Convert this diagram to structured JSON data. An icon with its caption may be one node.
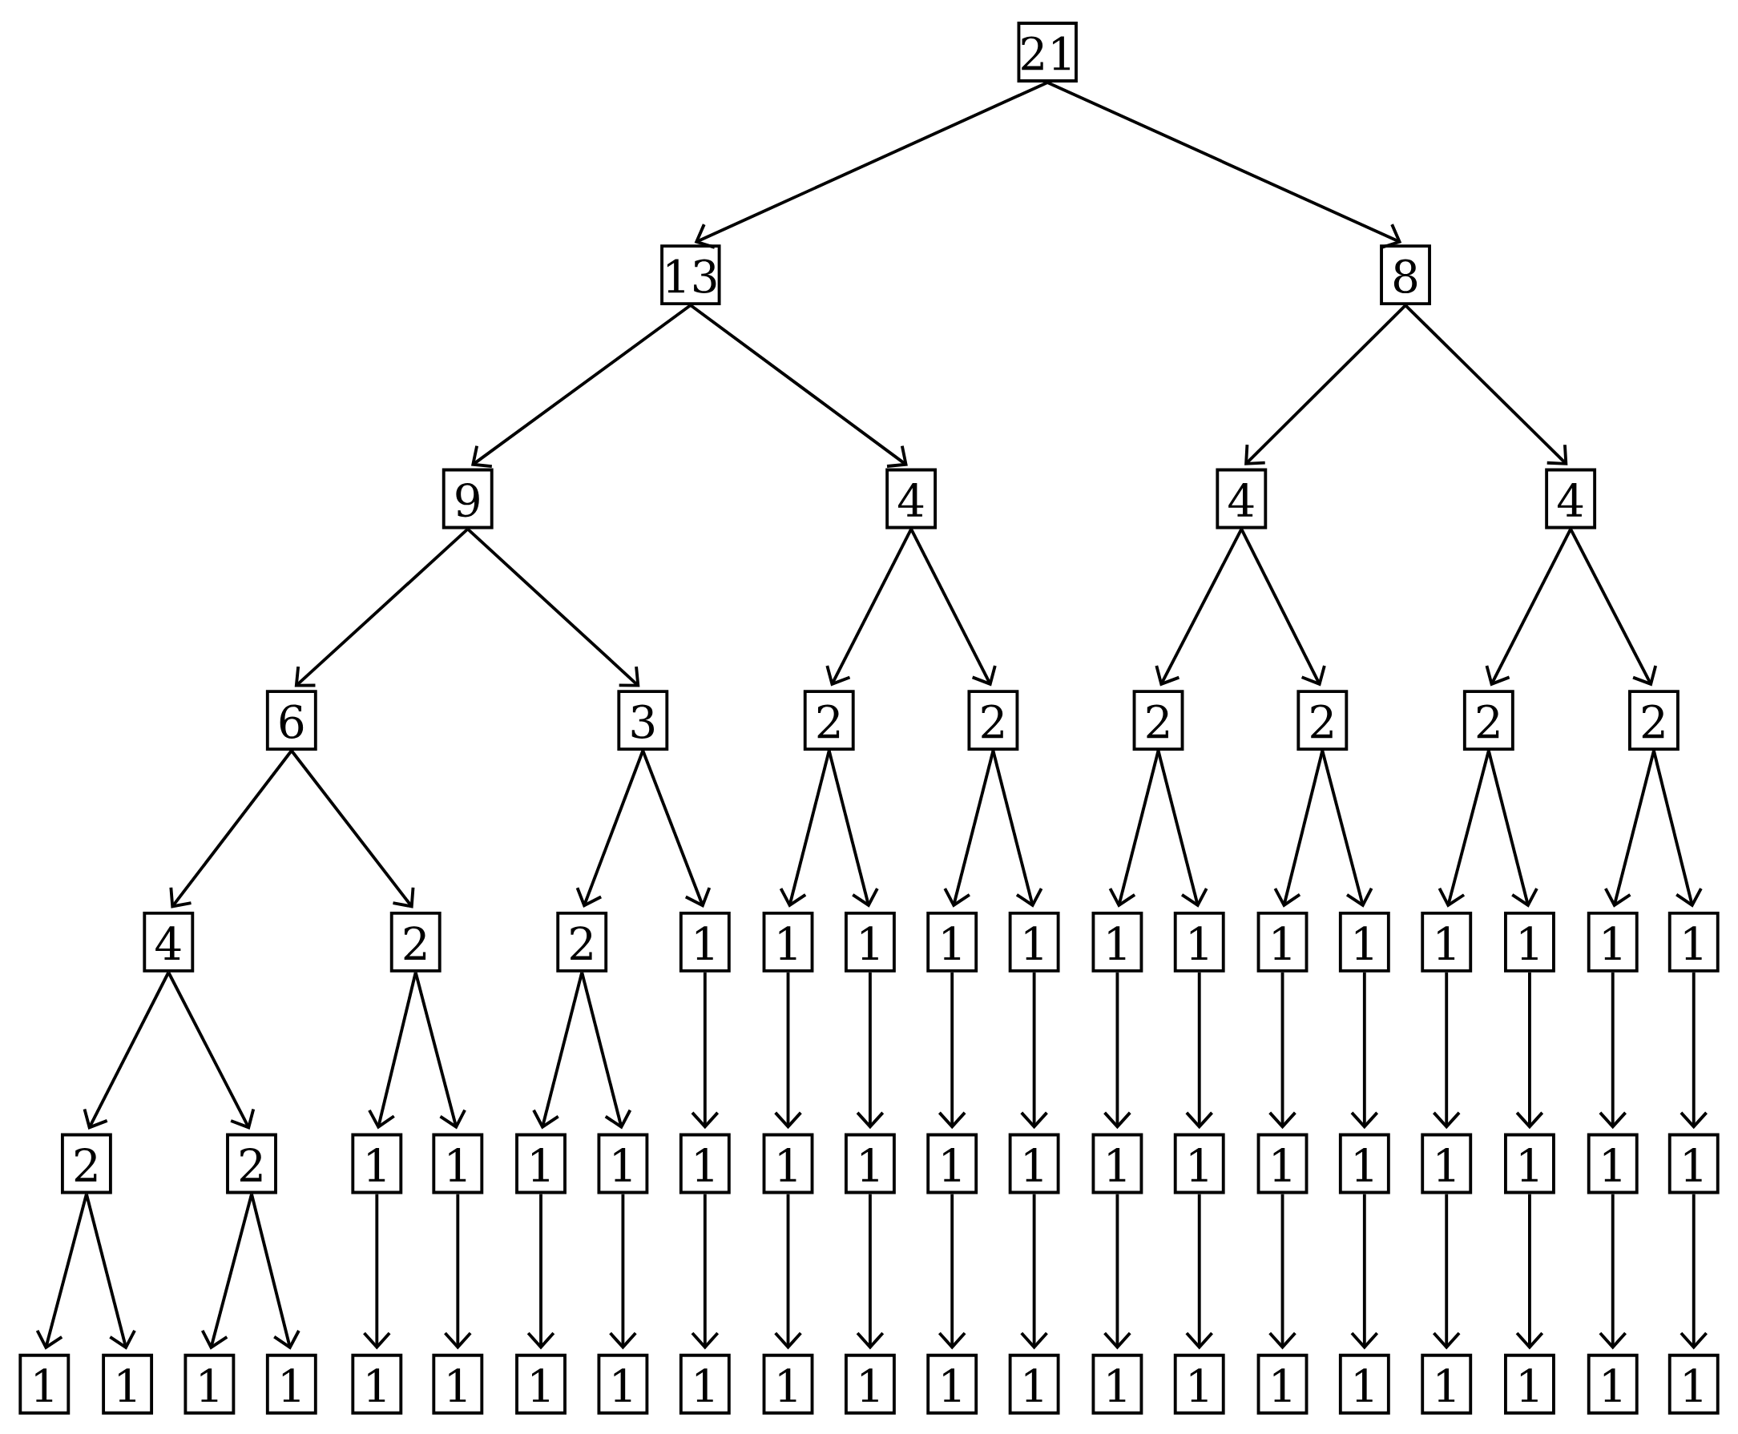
{
  "diagram": {
    "nodes": [
      {
        "text": [
          "21"
        ]
      },
      {
        "text": [
          "13"
        ]
      },
      {
        "text": [
          "8"
        ]
      },
      {
        "text": [
          "9"
        ]
      },
      {
        "text": [
          "4"
        ]
      },
      {
        "text": [
          "4"
        ]
      },
      {
        "text": [
          "4"
        ]
      },
      {
        "text": [
          "6"
        ]
      },
      {
        "text": [
          "3"
        ]
      },
      {
        "text": [
          "2"
        ]
      },
      {
        "text": [
          "2"
        ]
      },
      {
        "text": [
          "2"
        ]
      },
      {
        "text": [
          "2"
        ]
      },
      {
        "text": [
          "2"
        ]
      },
      {
        "text": [
          "2"
        ]
      },
      {
        "text": [
          "4"
        ]
      },
      {
        "text": [
          "2"
        ]
      },
      {
        "text": [
          "2"
        ]
      },
      {
        "text": [
          "1"
        ]
      },
      {
        "text": [
          "1"
        ]
      },
      {
        "text": [
          "1"
        ]
      },
      {
        "text": [
          "1"
        ]
      },
      {
        "text": [
          "1"
        ]
      },
      {
        "text": [
          "1"
        ]
      },
      {
        "text": [
          "1"
        ]
      },
      {
        "text": [
          "1"
        ]
      },
      {
        "text": [
          "1"
        ]
      },
      {
        "text": [
          "1"
        ]
      },
      {
        "text": [
          "1"
        ]
      },
      {
        "text": [
          "1"
        ]
      },
      {
        "text": [
          "1"
        ]
      },
      {
        "text": [
          "2"
        ]
      },
      {
        "text": [
          "2"
        ]
      },
      {
        "text": [
          "1"
        ]
      },
      {
        "text": [
          "1"
        ]
      },
      {
        "text": [
          "1"
        ]
      },
      {
        "text": [
          "1"
        ]
      },
      {
        "text": [
          "1"
        ]
      },
      {
        "text": [
          "1"
        ]
      },
      {
        "text": [
          "1"
        ]
      },
      {
        "text": [
          "1"
        ]
      },
      {
        "text": [
          "1"
        ]
      },
      {
        "text": [
          "1"
        ]
      },
      {
        "text": [
          "1"
        ]
      },
      {
        "text": [
          "1"
        ]
      },
      {
        "text": [
          "1"
        ]
      },
      {
        "text": [
          "1"
        ]
      },
      {
        "text": [
          "1"
        ]
      },
      {
        "text": [
          "1"
        ]
      },
      {
        "text": [
          "1"
        ]
      },
      {
        "text": [
          "1"
        ]
      },
      {
        "text": [
          "1"
        ]
      },
      {
        "text": [
          "1"
        ]
      },
      {
        "text": [
          "1"
        ]
      },
      {
        "text": [
          "1"
        ]
      },
      {
        "text": [
          "1"
        ]
      },
      {
        "text": [
          "1"
        ]
      },
      {
        "text": [
          "1"
        ]
      },
      {
        "text": [
          "1"
        ]
      },
      {
        "text": [
          "1"
        ]
      },
      {
        "text": [
          "1"
        ]
      },
      {
        "text": [
          "1"
        ]
      },
      {
        "text": [
          "1"
        ]
      },
      {
        "text": [
          "1"
        ]
      },
      {
        "text": [
          "1"
        ]
      },
      {
        "text": [
          "1"
        ]
      },
      {
        "text": [
          "1"
        ]
      },
      {
        "text": [
          "1"
        ]
      },
      {
        "text": [
          "1"
        ]
      },
      {
        "text": [
          "1"
        ]
      },
      {
        "text": [
          "1"
        ]
      }
    ],
    "edges": [
      {
        "from": 0,
        "to": 1,
        "arrow": "to"
      },
      {
        "from": 0,
        "to": 2,
        "arrow": "to"
      },
      {
        "from": 1,
        "to": 3,
        "arrow": "to"
      },
      {
        "from": 1,
        "to": 4,
        "arrow": "to"
      },
      {
        "from": 2,
        "to": 5,
        "arrow": "to"
      },
      {
        "from": 2,
        "to": 6,
        "arrow": "to"
      },
      {
        "from": 3,
        "to": 7,
        "arrow": "to"
      },
      {
        "from": 3,
        "to": 8,
        "arrow": "to"
      },
      {
        "from": 4,
        "to": 9,
        "arrow": "to"
      },
      {
        "from": 4,
        "to": 10,
        "arrow": "to"
      },
      {
        "from": 5,
        "to": 11,
        "arrow": "to"
      },
      {
        "from": 5,
        "to": 12,
        "arrow": "to"
      },
      {
        "from": 6,
        "to": 13,
        "arrow": "to"
      },
      {
        "from": 6,
        "to": 14,
        "arrow": "to"
      },
      {
        "from": 7,
        "to": 15,
        "arrow": "to"
      },
      {
        "from": 7,
        "to": 16,
        "arrow": "to"
      },
      {
        "from": 8,
        "to": 17,
        "arrow": "to"
      },
      {
        "from": 8,
        "to": 18,
        "arrow": "to"
      },
      {
        "from": 9,
        "to": 19,
        "arrow": "to"
      },
      {
        "from": 9,
        "to": 20,
        "arrow": "to"
      },
      {
        "from": 10,
        "to": 21,
        "arrow": "to"
      },
      {
        "from": 10,
        "to": 22,
        "arrow": "to"
      },
      {
        "from": 11,
        "to": 23,
        "arrow": "to"
      },
      {
        "from": 11,
        "to": 24,
        "arrow": "to"
      },
      {
        "from": 12,
        "to": 25,
        "arrow": "to"
      },
      {
        "from": 12,
        "to": 26,
        "arrow": "to"
      },
      {
        "from": 13,
        "to": 27,
        "arrow": "to"
      },
      {
        "from": 13,
        "to": 28,
        "arrow": "to"
      },
      {
        "from": 14,
        "to": 29,
        "arrow": "to"
      },
      {
        "from": 14,
        "to": 30,
        "arrow": "to"
      },
      {
        "from": 15,
        "to": 31,
        "arrow": "to"
      },
      {
        "from": 15,
        "to": 32,
        "arrow": "to"
      },
      {
        "from": 16,
        "to": 33,
        "arrow": "to"
      },
      {
        "from": 16,
        "to": 34,
        "arrow": "to"
      },
      {
        "from": 17,
        "to": 35,
        "arrow": "to"
      },
      {
        "from": 17,
        "to": 36,
        "arrow": "to"
      },
      {
        "from": 18,
        "to": 37,
        "arrow": "to"
      },
      {
        "from": 19,
        "to": 38,
        "arrow": "to"
      },
      {
        "from": 20,
        "to": 39,
        "arrow": "to"
      },
      {
        "from": 21,
        "to": 40,
        "arrow": "to"
      },
      {
        "from": 22,
        "to": 41,
        "arrow": "to"
      },
      {
        "from": 23,
        "to": 42,
        "arrow": "to"
      },
      {
        "from": 24,
        "to": 43,
        "arrow": "to"
      },
      {
        "from": 25,
        "to": 44,
        "arrow": "to"
      },
      {
        "from": 26,
        "to": 45,
        "arrow": "to"
      },
      {
        "from": 27,
        "to": 46,
        "arrow": "to"
      },
      {
        "from": 28,
        "to": 47,
        "arrow": "to"
      },
      {
        "from": 29,
        "to": 48,
        "arrow": "to"
      },
      {
        "from": 30,
        "to": 49,
        "arrow": "to"
      },
      {
        "from": 31,
        "to": 50,
        "arrow": "to"
      },
      {
        "from": 31,
        "to": 51,
        "arrow": "to"
      },
      {
        "from": 32,
        "to": 52,
        "arrow": "to"
      },
      {
        "from": 32,
        "to": 53,
        "arrow": "to"
      },
      {
        "from": 33,
        "to": 54,
        "arrow": "to"
      },
      {
        "from": 34,
        "to": 55,
        "arrow": "to"
      },
      {
        "from": 35,
        "to": 56,
        "arrow": "to"
      },
      {
        "from": 36,
        "to": 57,
        "arrow": "to"
      },
      {
        "from": 37,
        "to": 58,
        "arrow": "to"
      },
      {
        "from": 38,
        "to": 59,
        "arrow": "to"
      },
      {
        "from": 39,
        "to": 60,
        "arrow": "to"
      },
      {
        "from": 40,
        "to": 61,
        "arrow": "to"
      },
      {
        "from": 41,
        "to": 62,
        "arrow": "to"
      },
      {
        "from": 42,
        "to": 63,
        "arrow": "to"
      },
      {
        "from": 43,
        "to": 64,
        "arrow": "to"
      },
      {
        "from": 44,
        "to": 65,
        "arrow": "to"
      },
      {
        "from": 45,
        "to": 66,
        "arrow": "to"
      },
      {
        "from": 46,
        "to": 67,
        "arrow": "to"
      },
      {
        "from": 47,
        "to": 68,
        "arrow": "to"
      },
      {
        "from": 48,
        "to": 69,
        "arrow": "to"
      },
      {
        "from": 49,
        "to": 70,
        "arrow": "to"
      }
    ]
  }
}
